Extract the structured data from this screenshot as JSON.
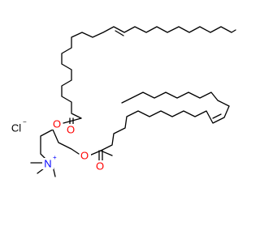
{
  "molecule": {
    "chloride_label": "Cl",
    "chloride_charge": "−",
    "nitrogen_label": "N",
    "nitrogen_charge": "+",
    "ester_oxygen_upper": "O",
    "carbonyl_oxygen_upper": "O",
    "ester_oxygen_lower": "O",
    "carbonyl_oxygen_lower": "O"
  },
  "colors": {
    "bond": "#000000",
    "oxygen": "#ff0000",
    "nitrogen": "#0000ff",
    "chloride": "#000000",
    "background": "#ffffff"
  }
}
